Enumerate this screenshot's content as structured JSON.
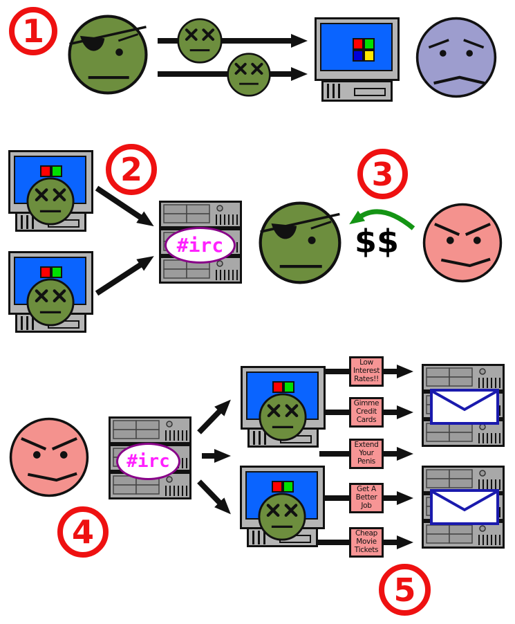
{
  "diagram": {
    "step_badges": [
      {
        "label": "1"
      },
      {
        "label": "2"
      },
      {
        "label": "3"
      },
      {
        "label": "4"
      },
      {
        "label": "5"
      }
    ],
    "irc_channel_label": "#irc",
    "money_label": "$$",
    "spam_messages": [
      "Low Interest Rates!!",
      "Gimme Credit Cards",
      "Extend Your Penis",
      "Get A Better Job",
      "Cheap Movie Tickets"
    ],
    "colors": {
      "step_badge_red": "#ee1111",
      "hacker_green": "#6d8e3e",
      "victim_purple": "#9d9dce",
      "spammer_pink": "#f4928e",
      "spam_box_pink": "#f79595",
      "irc_text_magenta": "#ff22ff",
      "irc_ellipse_purple": "#880088",
      "screen_blue": "#0a64ff",
      "envelope_border_blue": "#1a1aad",
      "money_arrow_green": "#149414",
      "monitor_gray": "#b5b5b5",
      "server_gray": "#a8a8a8",
      "windows_logo": [
        "#ff0000",
        "#00e000",
        "#0000d8",
        "#ffe800"
      ]
    },
    "icons": {
      "pirate-face-icon": "green hacker face with eyepatch",
      "dead-face-icon": "green face with X eyes (infected)",
      "sad-face-icon": "purple worried victim face",
      "angry-face-icon": "pink angry spammer face",
      "windows-logo-icon": "2x2 colored squares",
      "server-rack-icon": "stacked rack server",
      "envelope-icon": "mail envelope",
      "arrow-icon": "black arrow",
      "money-arrow-icon": "green curved payment arrow"
    }
  }
}
